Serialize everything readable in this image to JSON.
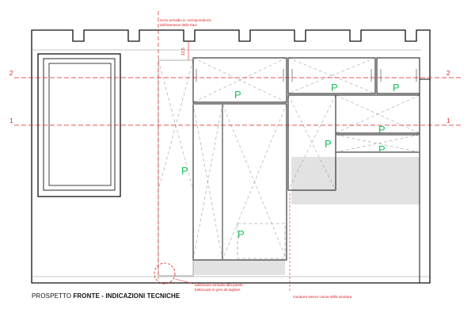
{
  "caption": {
    "prefix": "PROSPETTO",
    "bold": "FRONTE - INDICAZIONI TECNICHE"
  },
  "section_markers": [
    {
      "label": "2"
    },
    {
      "label": "1"
    }
  ],
  "annotations": {
    "top_note_line1": "inizio armadio in corrispondenza",
    "top_note_line2": "dell'interasse delle travi",
    "dimension": "12,5",
    "bottom_note_line1": "addossare armadio alla parete",
    "bottom_note_line2": "battiscopa in gres da tagliare",
    "bottom_right_note": "muratura stesso colore della struttura"
  },
  "panel_label": "P",
  "colors": {
    "line": "#111111",
    "thin_line": "#8a8a8a",
    "section_red": "#e02020",
    "panel_green": "#19c25a",
    "floor_shade": "#e2e2e2"
  }
}
